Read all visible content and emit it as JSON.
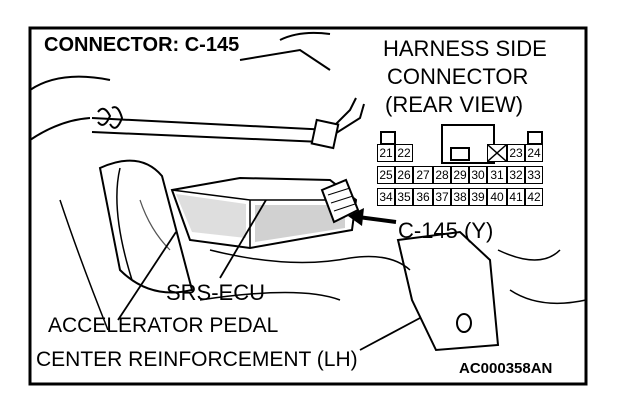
{
  "title": "CONNECTOR: C-145",
  "harness_view": {
    "line1": "HARNESS SIDE",
    "line2": "CONNECTOR",
    "line3": "(REAR VIEW)"
  },
  "connector": {
    "rows": [
      [
        "21",
        "22",
        "",
        "",
        "",
        "",
        "X",
        "23",
        "24"
      ],
      [
        "25",
        "26",
        "27",
        "28",
        "29",
        "30",
        "31",
        "32",
        "33"
      ],
      [
        "34",
        "35",
        "36",
        "37",
        "38",
        "39",
        "40",
        "41",
        "42"
      ]
    ]
  },
  "callouts": {
    "connector_ref": "C-145 (Y)",
    "srs_ecu": "SRS-ECU",
    "accelerator": "ACCELERATOR PEDAL",
    "reinforcement": "CENTER REINFORCEMENT (LH)"
  },
  "figure_code": "AC000358AN",
  "colors": {
    "ink": "#000000",
    "paper": "#ffffff",
    "shade": "#7a7a7a"
  }
}
